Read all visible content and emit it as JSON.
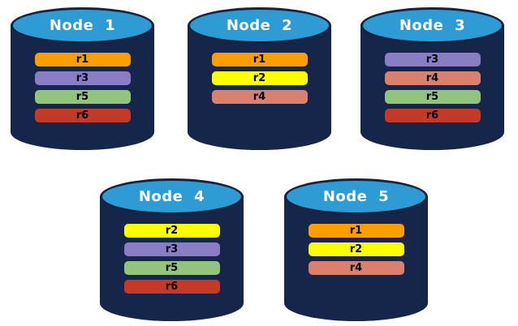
{
  "palette": {
    "background": "#ffffff",
    "cylinder_body": "#16264a",
    "cylinder_top_fill": "#2e9bd4",
    "cylinder_outline": "#15233f",
    "node_label_color": "#ffffff",
    "replica_label_color": "#000000"
  },
  "replica_colors": {
    "r1": "#fb9e00",
    "r2": "#feff00",
    "r3": "#8b7cc6",
    "r4": "#d9806f",
    "r5": "#92c47d",
    "r6": "#c33b27"
  },
  "nodes": [
    {
      "label": "Node 1",
      "replicas": [
        {
          "label": "r1",
          "color": "#fb9e00"
        },
        {
          "label": "r3",
          "color": "#8b7cc6"
        },
        {
          "label": "r5",
          "color": "#92c47d"
        },
        {
          "label": "r6",
          "color": "#c33b27"
        }
      ]
    },
    {
      "label": "Node 2",
      "replicas": [
        {
          "label": "r1",
          "color": "#fb9e00"
        },
        {
          "label": "r2",
          "color": "#feff00"
        },
        {
          "label": "r4",
          "color": "#d9806f"
        }
      ]
    },
    {
      "label": "Node 3",
      "replicas": [
        {
          "label": "r3",
          "color": "#8b7cc6"
        },
        {
          "label": "r4",
          "color": "#d9806f"
        },
        {
          "label": "r5",
          "color": "#92c47d"
        },
        {
          "label": "r6",
          "color": "#c33b27"
        }
      ]
    },
    {
      "label": "Node 4",
      "replicas": [
        {
          "label": "r2",
          "color": "#feff00"
        },
        {
          "label": "r3",
          "color": "#8b7cc6"
        },
        {
          "label": "r5",
          "color": "#92c47d"
        },
        {
          "label": "r6",
          "color": "#c33b27"
        }
      ]
    },
    {
      "label": "Node 5",
      "replicas": [
        {
          "label": "r1",
          "color": "#fb9e00"
        },
        {
          "label": "r2",
          "color": "#feff00"
        },
        {
          "label": "r4",
          "color": "#d9806f"
        }
      ]
    }
  ]
}
